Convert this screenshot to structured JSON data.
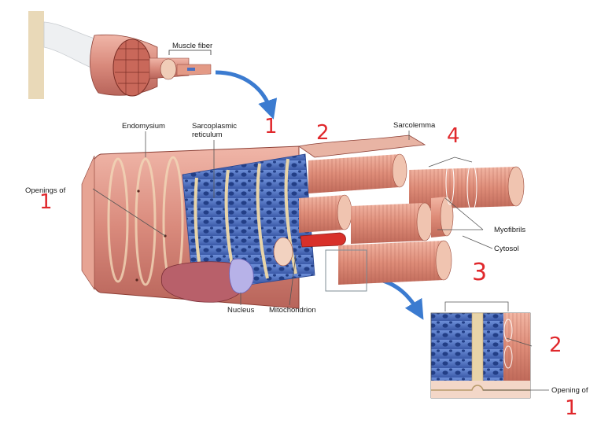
{
  "labels": {
    "muscle_fiber": "Muscle fiber",
    "endomysium": "Endomysium",
    "sarcoplasmic_reticulum_1": "Sarcoplasmic",
    "sarcoplasmic_reticulum_2": "reticulum",
    "sarcolemma": "Sarcolemma",
    "openings_of": "Openings of",
    "myofibrils": "Myofibrils",
    "cytosol": "Cytosol",
    "nucleus": "Nucleus",
    "mitochondrion": "Mitochondrion",
    "opening_of": "Opening of"
  },
  "handwritten": {
    "mark_1_top": "1",
    "mark_2_top": "2",
    "mark_4": "4",
    "mark_1_left": "1",
    "mark_3": "3",
    "mark_2_inset": "2",
    "mark_1_inset": "1"
  },
  "colors": {
    "muscle": "#d98a7c",
    "muscle_dark": "#b5584b",
    "sr_blue": "#4a6fc0",
    "tubule_tan": "#e8d4a8",
    "arrow_blue": "#3b7bd0",
    "handwriting_red": "#e0282c"
  }
}
